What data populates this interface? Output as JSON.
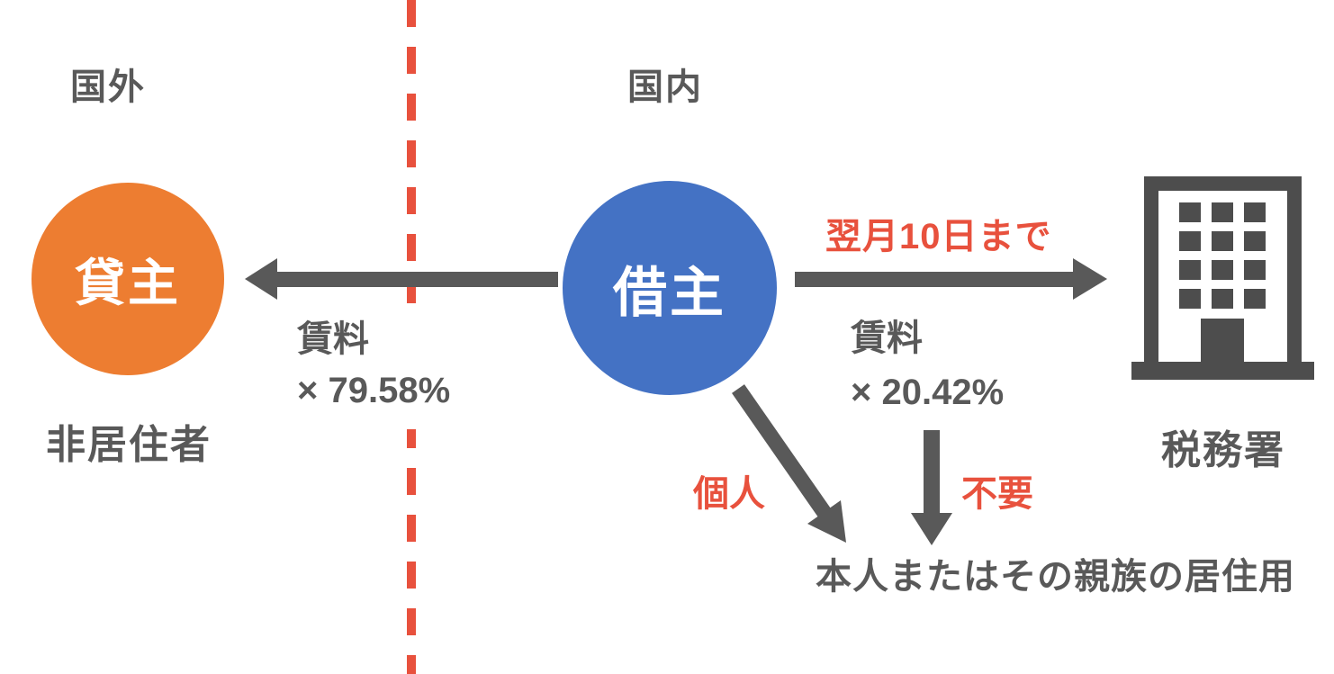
{
  "colors": {
    "accent_red": "#E8513D",
    "lessor_orange": "#ED7D31",
    "lessee_blue": "#4472C4",
    "gray_text": "#595959",
    "arrow_gray": "#595959"
  },
  "regions": {
    "overseas_label": "国外",
    "domestic_label": "国内"
  },
  "lessor": {
    "label": "貸主",
    "sublabel": "非居住者"
  },
  "lessee": {
    "label": "借主"
  },
  "tax_office": {
    "label": "税務署",
    "icon": "building-icon"
  },
  "flows": {
    "rent_to_lessor": {
      "line1": "賃料",
      "line2": "× 79.58%"
    },
    "to_tax_office": {
      "deadline": "翌月10日まで",
      "line1": "賃料",
      "line2": "× 20.42%"
    },
    "individual_label": "個人",
    "not_required_label": "不要",
    "residence_note": "本人またはその親族の居住用"
  }
}
